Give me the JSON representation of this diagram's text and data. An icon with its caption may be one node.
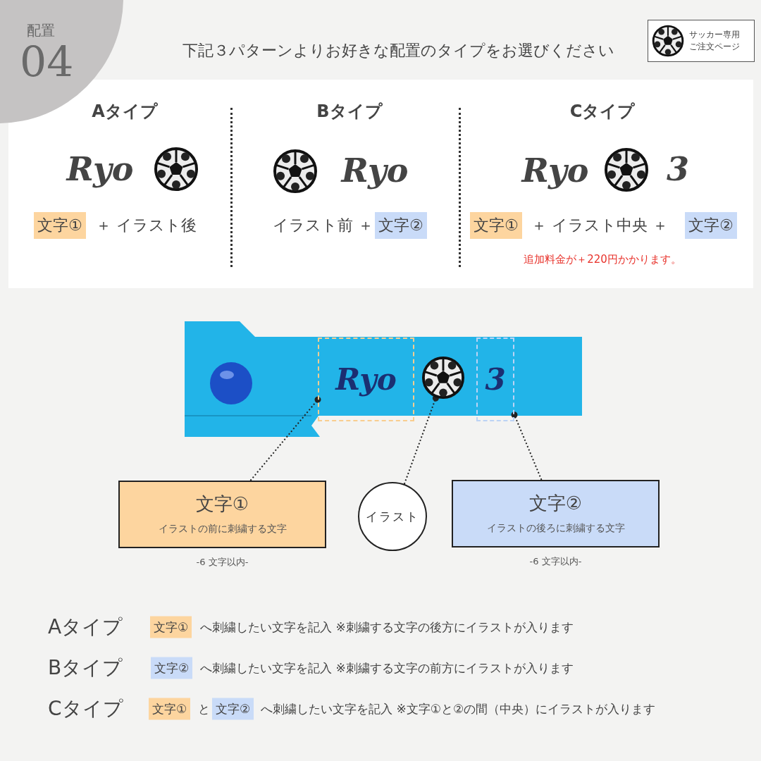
{
  "diagram": {
    "title": "下記３パターンよりお好きな配置のタイプをお選びください",
    "nodes": [
      {
        "text": [
          "配置",
          "04"
        ]
      },
      {
        "text": [
          "サッカー専用ご注文ページ"
        ]
      },
      {
        "text": [
          "Ryo"
        ]
      },
      {
        "text": [],
        "shape": "picture"
      },
      {
        "text": [
          "3"
        ]
      },
      {
        "text": [
          "文字①",
          "イラストの前に刺繍する文字"
        ],
        "beside": [
          "-6 文字以内-"
        ]
      },
      {
        "text": [
          "イラスト"
        ]
      },
      {
        "text": [
          "文字②",
          "イラストの後ろに刺繍する文字"
        ],
        "beside": [
          "-6 文字以内-"
        ]
      }
    ],
    "edges": [
      {
        "from": 5,
        "to": 2,
        "arrow": "other",
        "style": "dashed"
      },
      {
        "from": 6,
        "to": 3,
        "arrow": "other",
        "style": "dashed"
      },
      {
        "from": 7,
        "to": 4,
        "arrow": "other",
        "style": "dashed"
      }
    ],
    "labels": [
      "Aタイプ",
      "Bタイプ",
      "Cタイプ",
      "Ryo",
      "Ryo",
      "Ryo",
      "3",
      "文字①",
      "＋ イラスト後",
      "イラスト前 ＋",
      "文字②",
      "文字①",
      "＋ イラスト中央 ＋",
      "文字②",
      "追加料金が＋220円かかります。",
      "Aタイプ",
      "文字①",
      "へ刺繍したい文字を記入 ※刺繍する文字の後方にイラストが入ります",
      "Bタイプ",
      "文字②",
      "へ刺繍したい文字を記入 ※刺繍する文字の前方にイラストが入ります",
      "Cタイプ",
      "文字①",
      "と",
      "文字②",
      "へ刺繍したい文字を記入 ※文字①と②の間（中央）にイラストが入ります"
    ]
  }
}
